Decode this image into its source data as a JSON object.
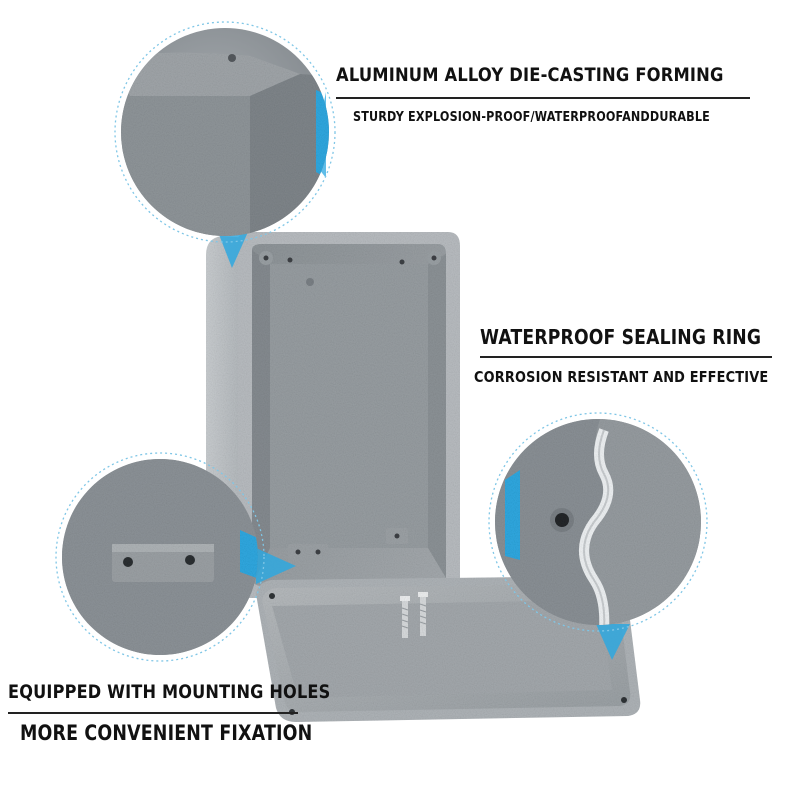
{
  "colors": {
    "accent": "#2fa8e0",
    "metal_light": "#a9aeb2",
    "metal_mid": "#8f959a",
    "metal_dark": "#6f757a",
    "seal": "#eef1f3",
    "text": "#111111"
  },
  "callouts": {
    "top": {
      "title": "ALUMINUM ALLOY DIE-CASTING FORMING",
      "subtitle": "STURDY EXPLOSION-PROOF/WATERPROOFANDDURABLE"
    },
    "right": {
      "title": "WATERPROOF SEALING RING",
      "subtitle": "CORROSION RESISTANT AND EFFECTIVE"
    },
    "bottom_left": {
      "title": "EQUIPPED WITH MOUNTING HOLES",
      "subtitle": "MORE CONVENIENT FIXATION"
    }
  }
}
